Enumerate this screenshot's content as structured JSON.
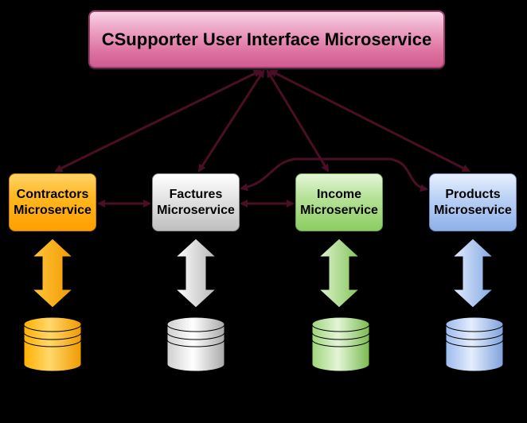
{
  "ui_service": {
    "label": "CSupporter User Interface Microservice",
    "color": "#e58ab2"
  },
  "services": [
    {
      "id": "contractors",
      "line1": "Contractors",
      "line2": "Microservice",
      "color": "#ffac10",
      "db_icon": "database-icon"
    },
    {
      "id": "factures",
      "line1": "Factures",
      "line2": "Microservice",
      "color": "#d9d9d9",
      "db_icon": "database-icon"
    },
    {
      "id": "income",
      "line1": "Income",
      "line2": "Microservice",
      "color": "#a6dc84",
      "db_icon": "database-icon"
    },
    {
      "id": "products",
      "line1": "Products",
      "line2": "Microservice",
      "color": "#a9c4f0",
      "db_icon": "database-icon"
    }
  ],
  "connector_color": "#4a0f26"
}
